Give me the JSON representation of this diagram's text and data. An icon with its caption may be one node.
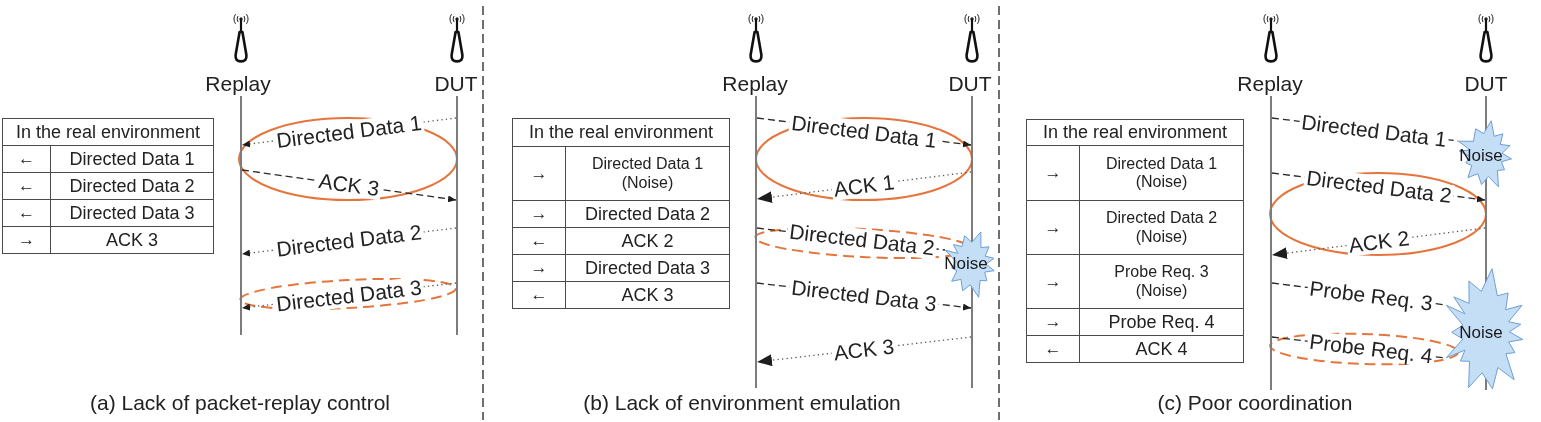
{
  "diagram": {
    "nodes": [
      {
        "text": [],
        "shape": "bar",
        "beside": [
          "Replay"
        ]
      },
      {
        "text": [],
        "shape": "bar",
        "beside": [
          "DUT"
        ]
      },
      {
        "text": [],
        "shape": "bar",
        "beside": [
          "Replay"
        ]
      },
      {
        "text": [],
        "shape": "bar",
        "beside": [
          "DUT"
        ]
      },
      {
        "text": [
          "Noise"
        ]
      },
      {
        "text": [],
        "shape": "bar",
        "beside": [
          "Replay"
        ]
      },
      {
        "text": [],
        "shape": "bar",
        "beside": [
          "DUT"
        ]
      },
      {
        "text": [
          "Noise"
        ]
      },
      {
        "text": [
          "Noise"
        ]
      }
    ],
    "edges": [
      {
        "from": 1,
        "to": 0,
        "arrow": "to",
        "label": "Directed Data 1"
      },
      {
        "from": 0,
        "to": 1,
        "arrow": "to",
        "label": "ACK 3",
        "style": "dashed"
      },
      {
        "from": 1,
        "to": 0,
        "arrow": "to",
        "label": "Directed Data 2"
      },
      {
        "from": 1,
        "to": 0,
        "arrow": "to",
        "label": "Directed Data 3"
      },
      {
        "from": 2,
        "to": 3,
        "arrow": "to",
        "label": "Directed Data 1",
        "style": "dashed"
      },
      {
        "from": 3,
        "to": 2,
        "arrow": "to",
        "label": "ACK 1"
      },
      {
        "from": 2,
        "to": 4,
        "arrow": "none",
        "label": "Directed Data 2",
        "style": "dashed"
      },
      {
        "from": 2,
        "to": 3,
        "arrow": "to",
        "label": "Directed Data 3",
        "style": "dashed"
      },
      {
        "from": 3,
        "to": 2,
        "arrow": "to",
        "label": "ACK 3"
      },
      {
        "from": 5,
        "to": 7,
        "arrow": "none",
        "label": "Directed Data 1",
        "style": "dashed"
      },
      {
        "from": 5,
        "to": 6,
        "arrow": "to",
        "label": "Directed Data 2",
        "style": "dashed"
      },
      {
        "from": 6,
        "to": 5,
        "arrow": "to",
        "label": "ACK 2"
      },
      {
        "from": 5,
        "to": 8,
        "arrow": "none",
        "label": "Probe Req. 3",
        "style": "dashed"
      },
      {
        "from": 5,
        "to": 8,
        "arrow": "none",
        "label": "Probe Req. 4",
        "style": "dashed"
      }
    ],
    "labels": [
      "In the real environment",
      "←",
      "Directed Data 1",
      "←",
      "Directed Data 2",
      "←",
      "Directed Data 3",
      "→",
      "ACK 3",
      "(a) Lack of packet-replay control",
      "In the real environment",
      "→",
      "Directed Data 1 (Noise)",
      "→",
      "Directed Data 2",
      "←",
      "ACK 2",
      "→",
      "Directed Data 3",
      "←",
      "ACK 3",
      "(b) Lack of environment emulation",
      "In the real environment",
      "→",
      "Directed Data 1 (Noise)",
      "→",
      "Directed Data 2 (Noise)",
      "→",
      "Probe Req. 3 (Noise)",
      "→",
      "Probe Req. 4",
      "←",
      "ACK 4",
      "(c) Poor coordination"
    ]
  }
}
